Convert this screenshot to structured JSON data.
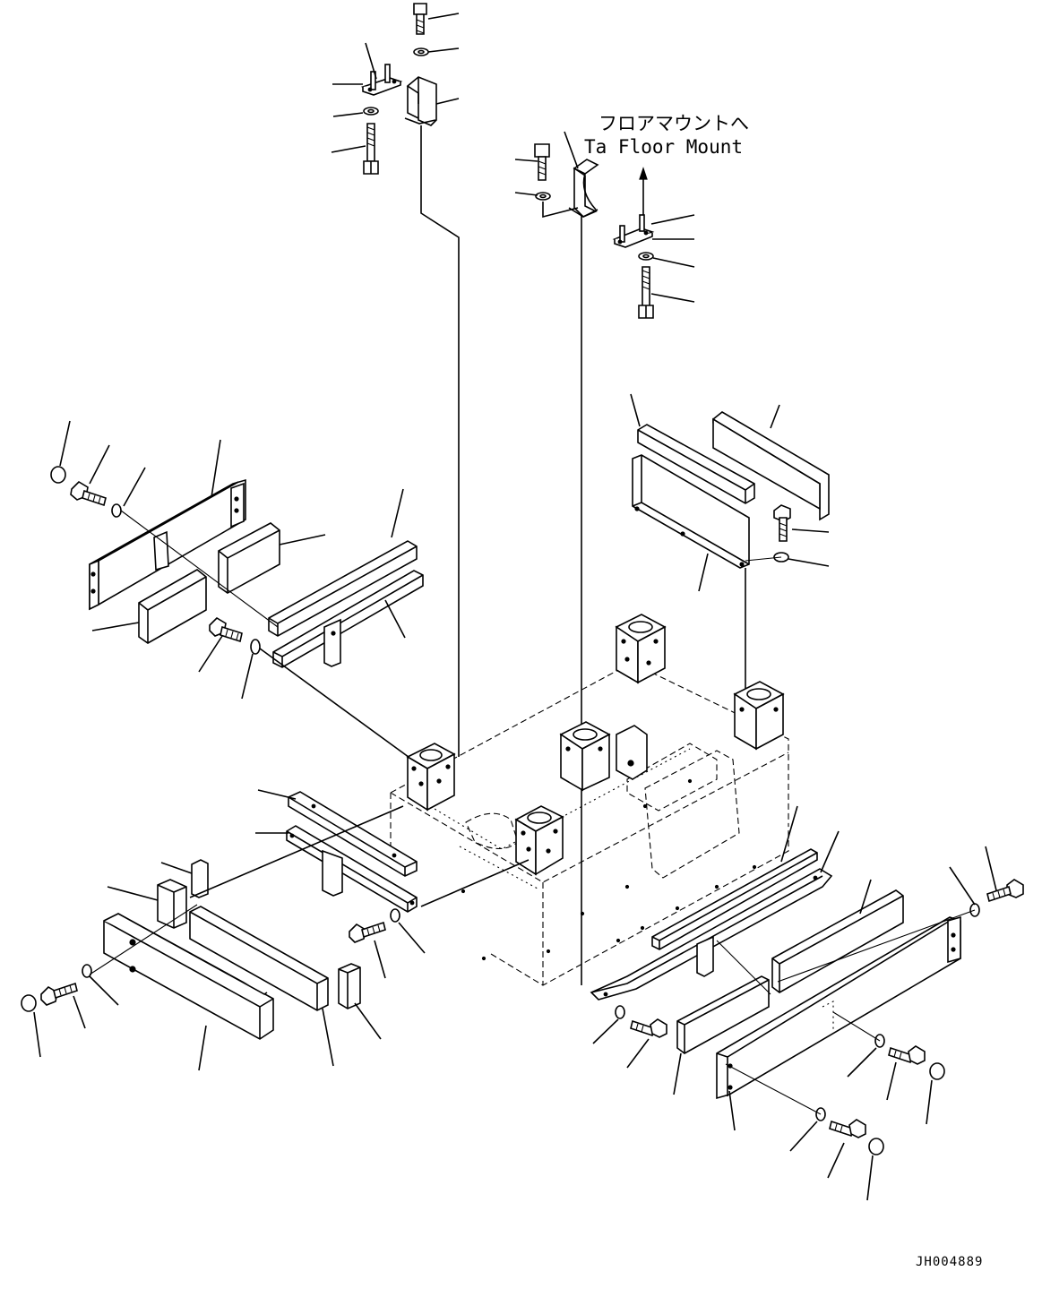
{
  "drawing": {
    "note_japanese": "フロアマウントへ",
    "note_english": "Ta Floor Mount",
    "drawing_id": "JH004889"
  }
}
